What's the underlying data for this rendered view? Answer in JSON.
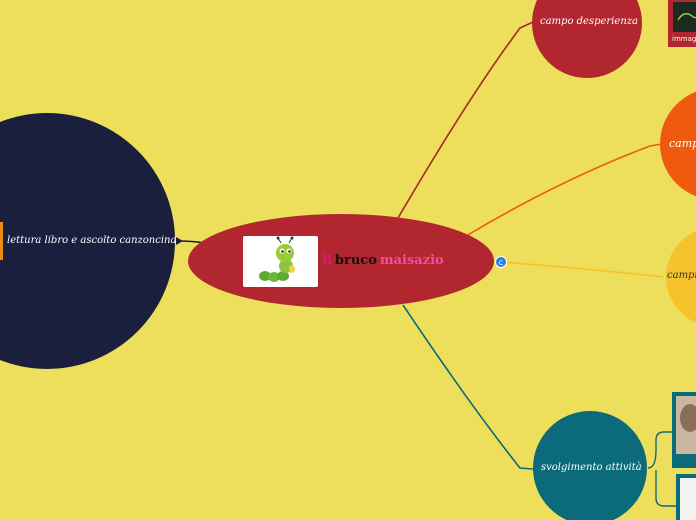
{
  "central": {
    "title_words": [
      {
        "text": "il",
        "color": "#e0167a"
      },
      {
        "text": "bruco",
        "color": "#111111"
      },
      {
        "text": "maisazio",
        "color": "#f04ea0"
      }
    ],
    "fill": "#b2262f",
    "image_icon": "caterpillar-image"
  },
  "left_topic": {
    "label": "lettura libro e ascolto canzoncina",
    "fill": "#1a1f3d",
    "connector_color": "#1a1f3d",
    "marker_color": "#f08a16"
  },
  "topics": [
    {
      "label": "campo desperienza",
      "fill": "#b2262f",
      "line": "#a8262c"
    },
    {
      "label": "camp",
      "fill": "#ef5a0e",
      "line": "#ef5a0e"
    },
    {
      "label": "campi",
      "fill": "#f6c32c",
      "line": "#f6c32c"
    },
    {
      "label": "svolgimento attività",
      "fill": "#0c6b7a",
      "line": "#0c6b7a"
    }
  ],
  "subtopics": {
    "image_caption": "immag",
    "caption_fill": "#b2262f"
  },
  "collapse_badge": "c"
}
